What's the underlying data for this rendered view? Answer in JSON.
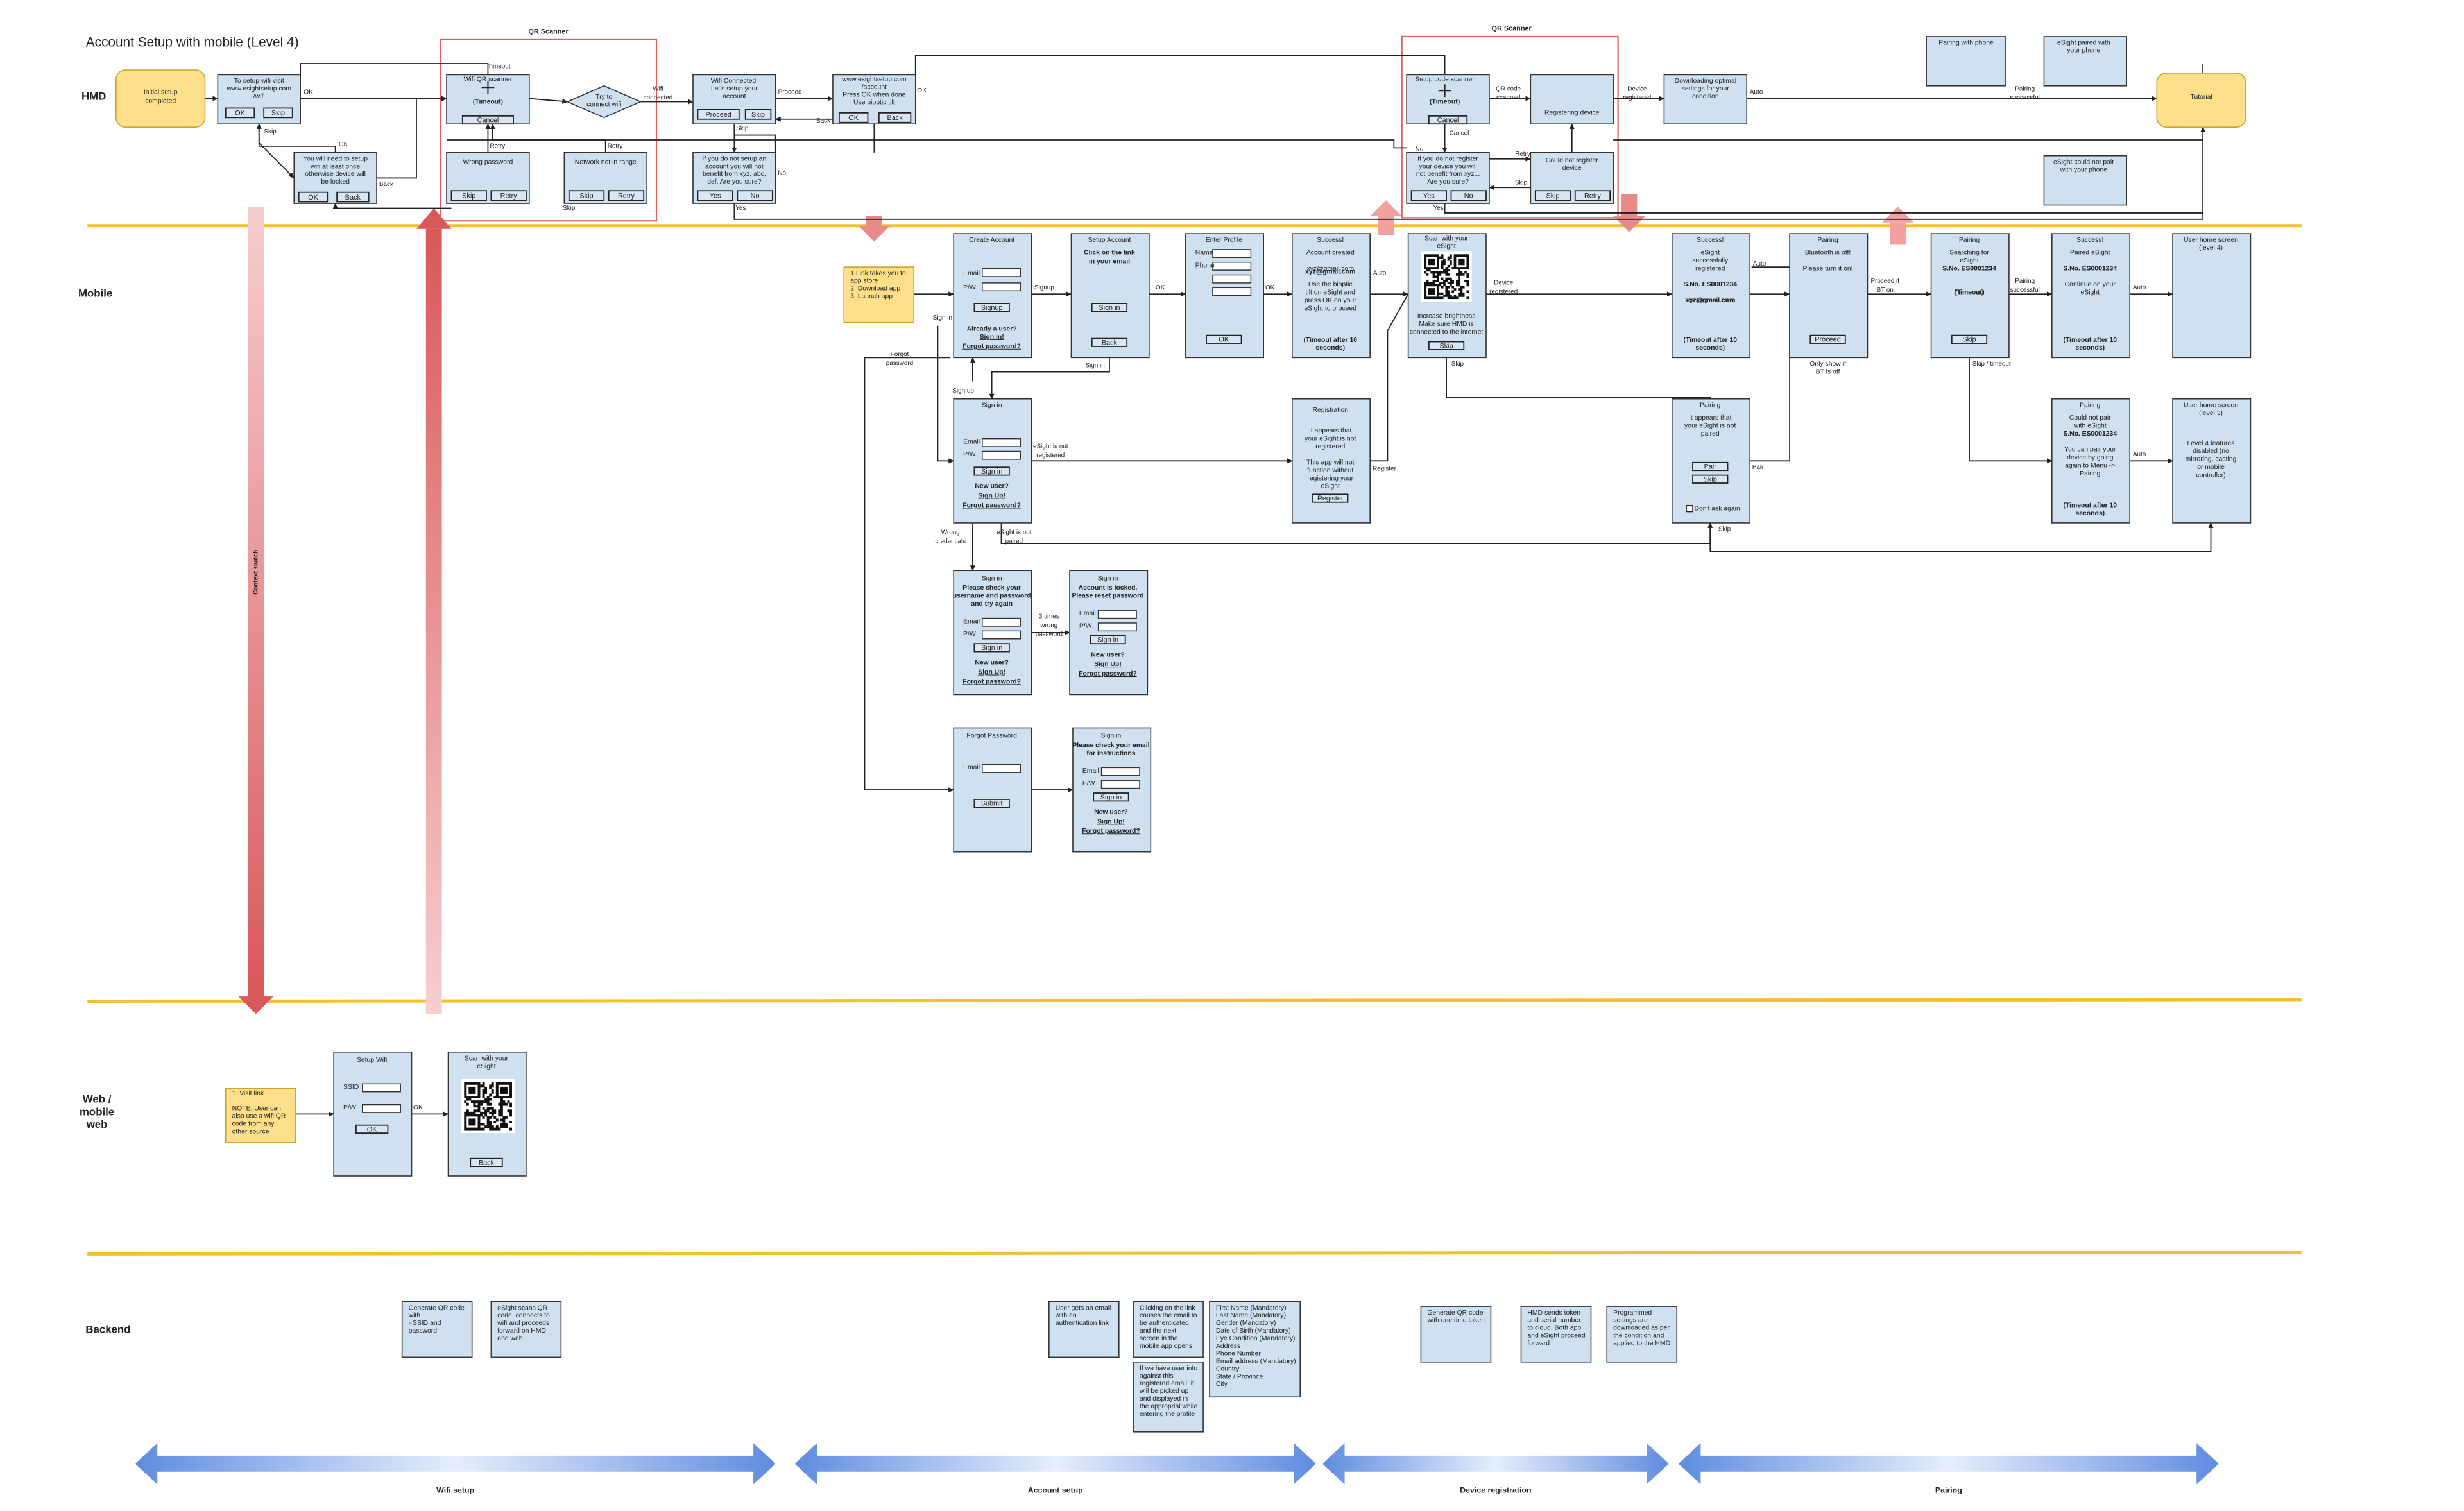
{
  "title": "Account Setup with mobile (Level 4)",
  "lanes": {
    "hmd": "HMD",
    "mobile": "Mobile",
    "web": [
      "Web /",
      "mobile",
      "web"
    ],
    "backend": "Backend"
  },
  "qr_labels": {
    "left": "QR Scanner",
    "right": "QR Scanner"
  },
  "context_switch": "Context switch",
  "phases": [
    "Wifi setup",
    "Account setup",
    "Device registration",
    "Pairing"
  ],
  "colors": {
    "box": "#cfe0f1",
    "box_border": "#333333",
    "note": "#ffe08a",
    "note_border": "#c9a227",
    "lane_line": "#f2c12e",
    "highlight": "#e06c6c",
    "phase_arrow": "#6f98e0"
  },
  "nodes": {
    "initial_setup": [
      "Initial setup",
      "completed"
    ],
    "setup_wifi_visit": [
      "To setup wifi visit",
      "www.esightsetup.com",
      "/wifi"
    ],
    "wifi_qr_scanner": [
      "Wifi QR scanner"
    ],
    "try_connect": [
      "Try to",
      "connect wifi"
    ],
    "wifi_connected": [
      "Wifi Connected.",
      "Let's setup your",
      "account"
    ],
    "esight_visit": [
      "www.esightsetup.com",
      "/account",
      "Press OK when done",
      "Use bioptic tilt"
    ],
    "setup_code_scanner": [
      "Setup code scanner"
    ],
    "registering": [
      "Registering device"
    ],
    "downloading": [
      "Downloading optimal",
      "settings for your",
      "condition"
    ],
    "tutorial": [
      "Tutorial"
    ],
    "pairing_with_phone": [
      "Pairing with phone"
    ],
    "paired_with_phone": [
      "eSight paired with",
      "your phone"
    ],
    "could_not_pair_hmd": [
      "eSight could not pair",
      "with your phone"
    ],
    "wifi_locked": [
      "You will need to setup",
      "wifi at least once",
      "otherwise device will",
      "be locked"
    ],
    "wrong_password": [
      "Wrong password"
    ],
    "network_not_in_range": [
      "Network not in range"
    ],
    "no_account_warning": [
      "If you do not setup an",
      "account you will not",
      "benefit from xyz, abc,",
      "def. Are you sure?"
    ],
    "no_register_warning": [
      "If you do not register",
      "your device you will",
      "not benefit from xyz...",
      "Are you sure?"
    ],
    "could_not_register": [
      "Could not register",
      "device"
    ],
    "app_store_note": [
      "1.Link takes you to",
      "app store",
      "2. Download app",
      "3. Launch app"
    ],
    "visit_link_note": [
      "1. Visit link",
      "",
      "NOTE: User can",
      "also use a wifi QR",
      "code from any",
      "other source"
    ],
    "backend_qr": [
      "Generate QR code",
      "with",
      "- SSID and",
      "password"
    ],
    "backend_scan": [
      "eSight scans QR",
      "code, connects to",
      "wifi and proceeds",
      "forward on HMD",
      "and web"
    ],
    "backend_email": [
      "User gets an email",
      "with an",
      "authentication link"
    ],
    "backend_click": [
      "Clicking on the link",
      "causes the email to",
      "be authenticated",
      "and the next",
      "screen in the",
      "mobile app opens"
    ],
    "backend_fields": [
      "First Name (Mandatory)",
      "Last Name (Mandatory)",
      "Gender (Mandatory)",
      "Date of Birth (Mandatory)",
      "Eye Condition (Mandatory)",
      "Address",
      "Phone Number",
      "Email address (Mandatory)",
      "Country",
      "State / Province",
      "City"
    ],
    "backend_userinfo": [
      "If we have user info",
      "against this",
      "registered email, it",
      "will be picked up",
      "and displayed in",
      "the approprial while",
      "entering the profile"
    ],
    "backend_otp": [
      "Generate QR code",
      "with one time token"
    ],
    "backend_hmd_token": [
      "HMD sends token",
      "and serial number",
      "to cloud. Both app",
      "and eSight proceed",
      "forward"
    ],
    "backend_programmed": [
      "Programmed",
      "settings are",
      "downloaded as per",
      "the condition and",
      "applied to the HMD"
    ]
  },
  "screens": {
    "create_account": {
      "title": "Create Account",
      "email": "Email",
      "pw": "P/W",
      "btn": "Signup",
      "footer": [
        "Already a user?",
        "Sign in!",
        "Forgot password?"
      ]
    },
    "setup_account": {
      "title": "Setup Account",
      "body": [
        "Click on the link",
        "in your email"
      ],
      "btn1": "Sign in",
      "btn2": "Back"
    },
    "enter_profile": {
      "title": "Enter Profile",
      "name": "Name",
      "phone": "Phone",
      "btn": "OK"
    },
    "success_account": {
      "title": "Success!",
      "lines": [
        "Account created",
        "",
        "xyz@gmail.com",
        "",
        "Use the bioptic",
        "tilt on eSight and",
        "press OK on your",
        "eSight to proceed"
      ],
      "timeout": [
        "(Timeout after 10",
        "seconds)"
      ]
    },
    "scan_esight": {
      "title": [
        "Scan with your",
        "eSight"
      ],
      "lines": [
        "Increase brightness",
        "Make sure HMD is",
        "connected to the internet"
      ],
      "btn": "Skip"
    },
    "success_registered": {
      "title": "Success!",
      "lines": [
        "eSight",
        "successfully",
        "registered",
        "",
        "S.No. ES0001234",
        "",
        "xyz@gmail.com"
      ],
      "timeout": [
        "(Timeout after 10",
        "seconds)"
      ]
    },
    "pairing_bt": {
      "title": "Pairing",
      "lines": [
        "Bluetooth is off!",
        "",
        "Please turn it on!"
      ],
      "btn": "Proceed",
      "note": [
        "Only show if",
        "BT is off"
      ]
    },
    "pairing_search": {
      "title": "Pairing",
      "lines": [
        "Searching for",
        "eSight",
        "S.No. ES0001234",
        "",
        "",
        "(Timeout)"
      ],
      "btn": "Skip"
    },
    "success_paired": {
      "title": "Success!",
      "lines": [
        "Paired eSight",
        "",
        "S.No. ES0001234",
        "",
        "Continue on your",
        "eSight"
      ],
      "timeout": [
        "(Timeout after 10",
        "seconds)"
      ]
    },
    "home_l4": {
      "title": [
        "User home screen",
        "(level 4)"
      ]
    },
    "sign_in": {
      "title": "Sign in",
      "email": "Email",
      "pw": "P/W",
      "btn": "Sign in",
      "footer": [
        "New user?",
        "Sign Up!",
        "Forgot password?"
      ]
    },
    "registration": {
      "title": "Registration",
      "lines": [
        "It appears that",
        "your eSight is not",
        "registered",
        "",
        "This app will not",
        "function without",
        "registering your",
        "eSight"
      ],
      "btn": "Register"
    },
    "pairing_not_paired": {
      "title": "Pairing",
      "lines": [
        "It appears that",
        "your eSight is not",
        "paired"
      ],
      "btn1": "Pair",
      "btn2": "Skip",
      "check": "Don't ask again"
    },
    "pairing_fail": {
      "title": "Pairing",
      "lines": [
        "Could not pair",
        "with eSight",
        "S.No. ES0001234",
        "",
        "You can pair your",
        "device by going",
        "again to Menu ->",
        "Pairing"
      ],
      "timeout": [
        "(Timeout after 10",
        "seconds)"
      ]
    },
    "home_l3": {
      "title": [
        "User home screen",
        "(level 3)"
      ],
      "lines": [
        "Level 4 features",
        "disabled (no",
        "mirroring, casting",
        "or mobile",
        "controller)"
      ]
    },
    "sign_in_error": {
      "title": "Sign in",
      "error": [
        "Please check your",
        "username and password",
        "and try again"
      ],
      "email": "Email",
      "pw": "P/W",
      "btn": "Sign in",
      "footer": [
        "New user?",
        "Sign Up!",
        "Forgot password?"
      ]
    },
    "sign_in_locked": {
      "title": "Sign in",
      "error": [
        "Account is locked.",
        "Please reset password"
      ],
      "email": "Email",
      "pw": "P/W",
      "btn": "Sign in",
      "footer": [
        "New user?",
        "Sign Up!",
        "Forgot password?"
      ]
    },
    "forgot_password": {
      "title": "Forgot Password",
      "email": "Email",
      "btn": "Submit"
    },
    "sign_in_check": {
      "title": "Sign in",
      "error": [
        "Please check your email",
        "for instructions"
      ],
      "email": "Email",
      "pw": "P/W",
      "btn": "Sign in",
      "footer": [
        "New user?",
        "Sign Up!",
        "Forgot password?"
      ]
    },
    "setup_wifi_web": {
      "title": "Setup Wifi",
      "ssid": "SSID",
      "pw": "P/W",
      "btn": "OK"
    },
    "scan_wifi_web": {
      "title": [
        "Scan with your",
        "eSight"
      ],
      "btn": "Back"
    }
  },
  "buttons": {
    "ok": "OK",
    "skip": "Skip",
    "cancel": "Cancel",
    "back": "Back",
    "proceed": "Proceed",
    "retry": "Retry",
    "yes": "Yes",
    "no": "No",
    "timeout": "(Timeout)"
  },
  "edges": {
    "ok": "OK",
    "skip": "Skip",
    "back": "Back",
    "timeout": "Timeout",
    "retry": "Retry",
    "cancel": "Cancel",
    "wifi_connected": [
      "Wifi",
      "connected"
    ],
    "proceed": "Proceed",
    "no": "No",
    "yes": "Yes",
    "qr_scanned": [
      "QR code",
      "scanned"
    ],
    "device_registered": [
      "Device",
      "registered"
    ],
    "auto": "Auto",
    "pairing_successful": [
      "Pairing",
      "successful"
    ],
    "signup": "Signup",
    "sign_in": "Sign in",
    "sign_up": "Sign up",
    "forgot_password": [
      "Forgot",
      "password"
    ],
    "esight_not_registered": [
      "eSight is not",
      "registered"
    ],
    "wrong_credentials": [
      "Wrong",
      "credentials"
    ],
    "esight_not_paired": [
      "eSight is not",
      "paired"
    ],
    "three_times": [
      "3 times",
      "wrong",
      "password"
    ],
    "register": "Register",
    "pair": "Pair",
    "proceed_bt": [
      "Proceed if",
      "BT on"
    ],
    "skip_timeout": "Skip / timeout"
  }
}
